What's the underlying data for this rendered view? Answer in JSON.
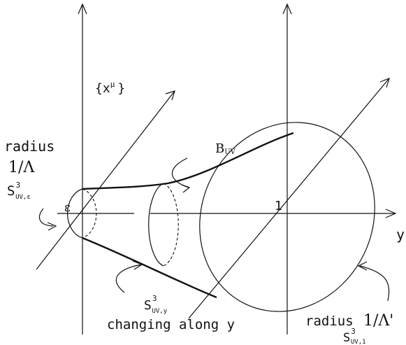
{
  "labels": {
    "coords": "{x",
    "coords_sup": "μ",
    "coords_close": "}",
    "radius_left": "radius",
    "inv_lambda": "1/Λ",
    "s_eps_base": "S",
    "s_eps_sup": "3",
    "s_eps_sub": "UV,ε",
    "b_uv_base": "B",
    "b_uv_sub": "UV",
    "eps": "ε",
    "one": "1",
    "y_axis": "y",
    "s_y_base": "S",
    "s_y_sup": "3",
    "s_y_sub": "UV,y",
    "changing_along": "changing along y",
    "radius_right": "radius",
    "inv_lambda_prime": "1/Λ'",
    "s_1_base": "S",
    "s_1_sup": "3",
    "s_1_sub": "UV,1"
  }
}
